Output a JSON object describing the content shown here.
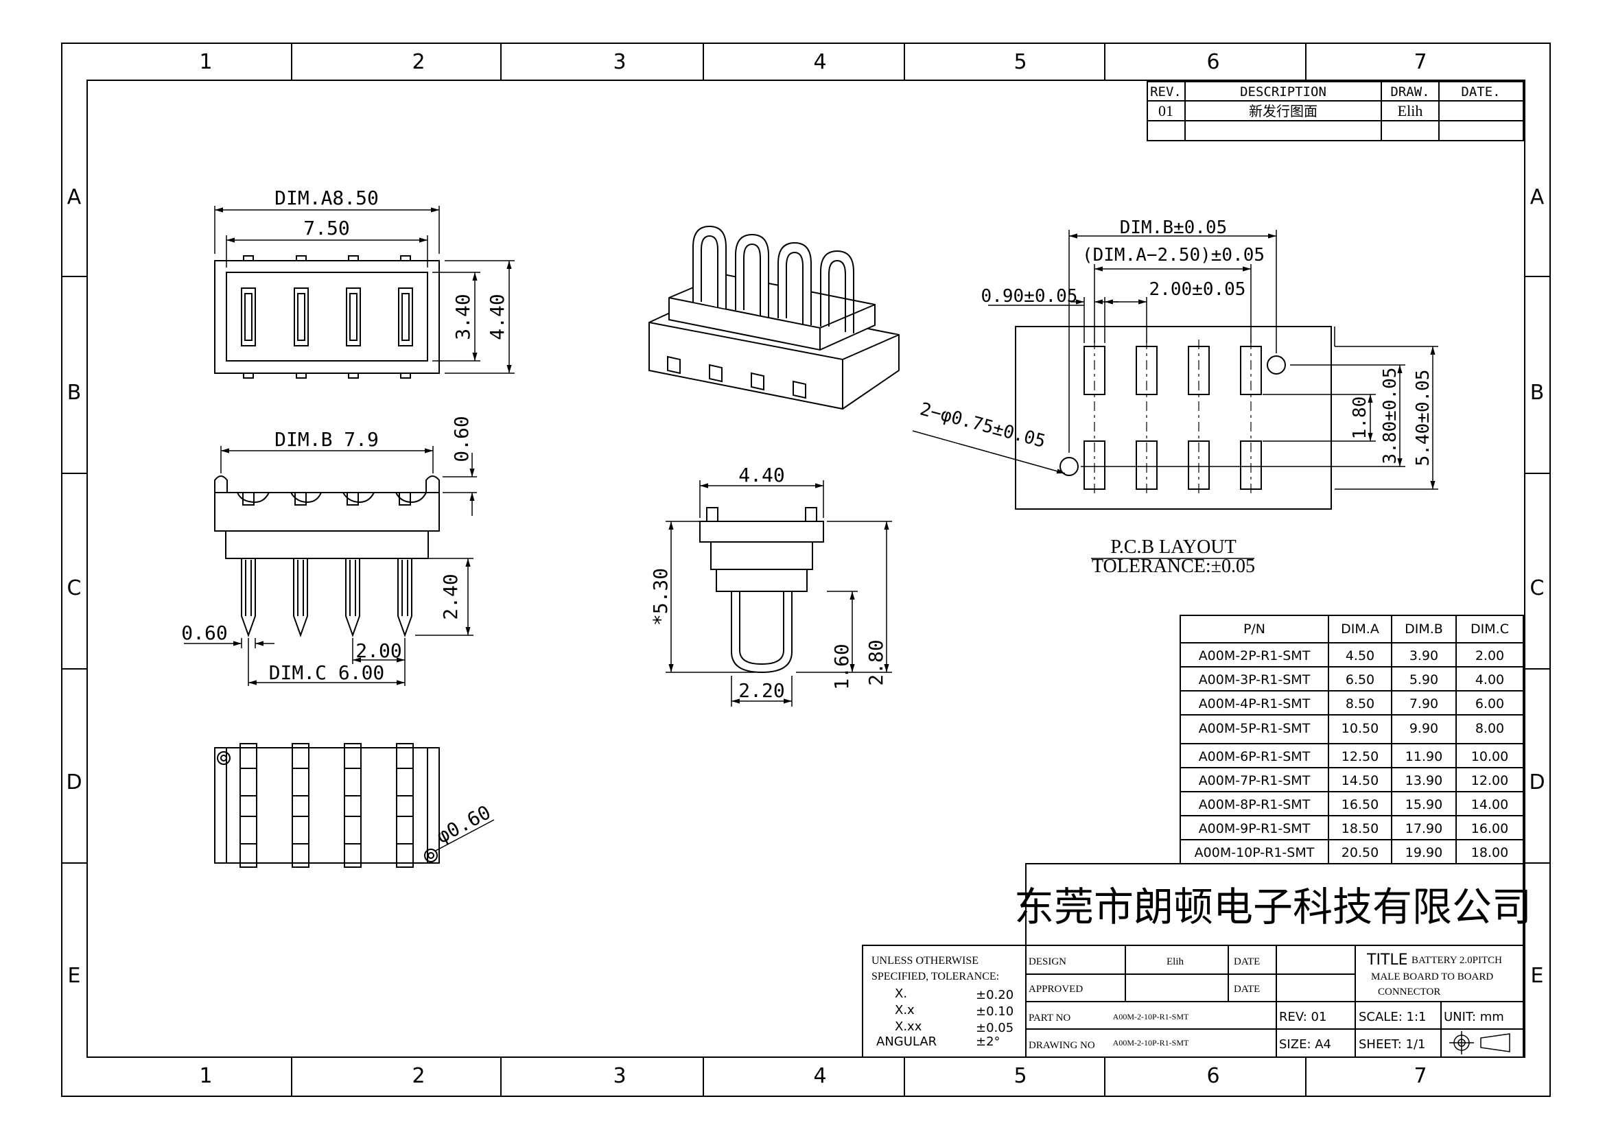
{
  "border": {
    "col_labels": [
      "1",
      "2",
      "3",
      "4",
      "5",
      "6",
      "7"
    ],
    "row_labels": [
      "A",
      "B",
      "C",
      "D",
      "E"
    ]
  },
  "revision_block": {
    "headers": [
      "REV.",
      "DESCRIPTION",
      "DRAW.",
      "DATE."
    ],
    "rows": [
      {
        "rev": "01",
        "description": "新发行图面",
        "draw": "Elih",
        "date": ""
      }
    ]
  },
  "top_view": {
    "dim_a": "DIM.A8.50",
    "width": "7.50",
    "h_inner": "3.40",
    "h_outer": "4.40"
  },
  "front_view": {
    "dim_b": "DIM.B 7.9",
    "top_offset": "0.60",
    "pin_len": "2.40",
    "pin_width": "0.60",
    "pitch": "2.00",
    "dim_c": "DIM.C 6.00"
  },
  "side_view": {
    "width": "4.40",
    "height": "*5.30",
    "pin_h": "1.60",
    "body_h": "2.80",
    "pin_w": "2.20"
  },
  "bottom_view": {
    "hole": "φ0.60"
  },
  "pcb_layout": {
    "dim_b": "DIM.B±0.05",
    "dim_a": "(DIM.A−2.50)±0.05",
    "pad_w": "0.90±0.05",
    "pitch": "2.00±0.05",
    "holes": "2−φ0.75±0.05",
    "pad_gap": "1.80",
    "pad_span": "3.80±0.05",
    "outer": "5.40±0.05",
    "title": "P.C.B LAYOUT",
    "tolerance": "TOLERANCE:±0.05"
  },
  "dim_table": {
    "headers": [
      "P/N",
      "DIM.A",
      "DIM.B",
      "DIM.C"
    ],
    "rows": [
      [
        "A00M-2P-R1-SMT",
        "4.50",
        "3.90",
        "2.00"
      ],
      [
        "A00M-3P-R1-SMT",
        "6.50",
        "5.90",
        "4.00"
      ],
      [
        "A00M-4P-R1-SMT",
        "8.50",
        "7.90",
        "6.00"
      ],
      [
        "A00M-5P-R1-SMT",
        "10.50",
        "9.90",
        "8.00"
      ],
      [
        "A00M-6P-R1-SMT",
        "12.50",
        "11.90",
        "10.00"
      ],
      [
        "A00M-7P-R1-SMT",
        "14.50",
        "13.90",
        "12.00"
      ],
      [
        "A00M-8P-R1-SMT",
        "16.50",
        "15.90",
        "14.00"
      ],
      [
        "A00M-9P-R1-SMT",
        "18.50",
        "17.90",
        "16.00"
      ],
      [
        "A00M-10P-R1-SMT",
        "20.50",
        "19.90",
        "18.00"
      ]
    ]
  },
  "title_block": {
    "company": "东莞市朗顿电子科技有限公司",
    "tolerance_note_1": "UNLESS OTHERWISE",
    "tolerance_note_2": "SPECIFIED, TOLERANCE:",
    "tol_rows": [
      [
        "X.",
        "±0.20"
      ],
      [
        "X.x",
        "±0.10"
      ],
      [
        "X.xx",
        "±0.05"
      ],
      [
        "ANGULAR",
        "±2°"
      ]
    ],
    "design_label": "DESIGN",
    "design_value": "Elih",
    "approved_label": "APPROVED",
    "date_label_1": "DATE",
    "date_label_2": "DATE",
    "part_no_label": "PART NO",
    "part_no_value": "A00M-2-10P-R1-SMT",
    "drawing_no_label": "DRAWING NO",
    "drawing_no_value": "A00M-2-10P-R1-SMT",
    "rev": "REV: 01",
    "size": "SIZE: A4",
    "title_label": "TITLE",
    "title_1": "BATTERY 2.0PITCH",
    "title_2": "MALE BOARD TO BOARD",
    "title_3": "CONNECTOR",
    "scale": "SCALE: 1:1",
    "unit": "UNIT: mm",
    "sheet": "SHEET: 1/1"
  }
}
